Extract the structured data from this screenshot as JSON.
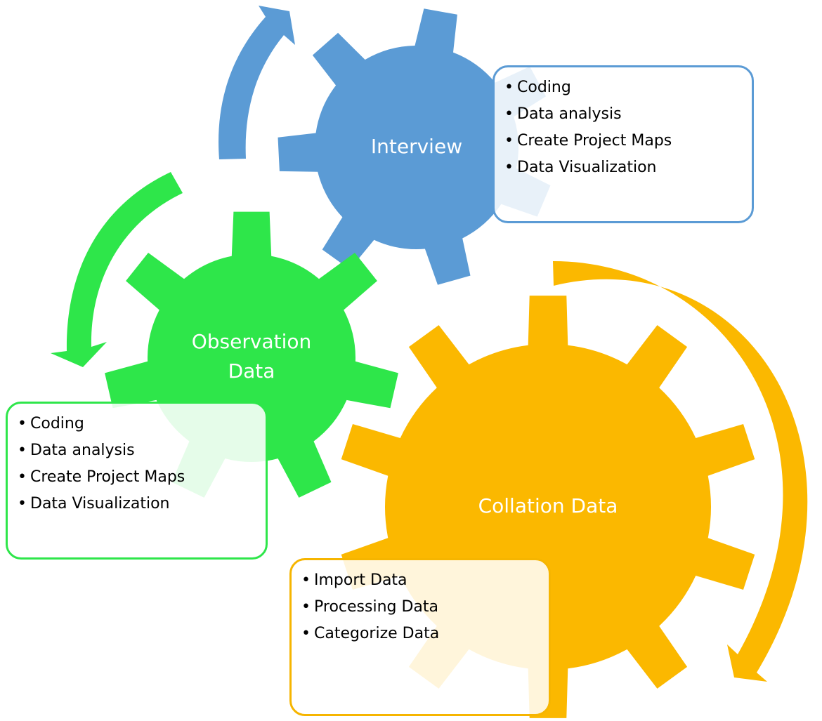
{
  "colors": {
    "interview": "#5b9bd5",
    "observation": "#2ee64a",
    "collation": "#fbb800"
  },
  "gears": {
    "interview": {
      "label": "Interview"
    },
    "observation": {
      "label_line1": "Observation",
      "label_line2": "Data"
    },
    "collation": {
      "label": "Collation Data"
    }
  },
  "boxes": {
    "interview": {
      "items": [
        "Coding",
        "Data analysis",
        "Create Project Maps",
        "Data Visualization"
      ]
    },
    "observation": {
      "items": [
        "Coding",
        "Data analysis",
        "Create Project Maps",
        "Data Visualization"
      ]
    },
    "collation": {
      "items": [
        "Import Data",
        "Processing Data",
        "Categorize Data"
      ]
    }
  }
}
